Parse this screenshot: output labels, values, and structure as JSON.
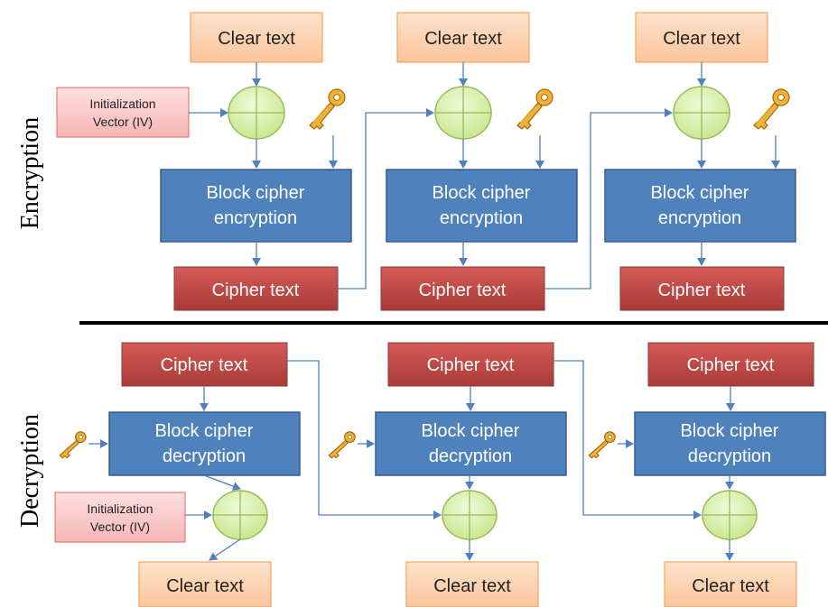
{
  "encryption": {
    "section_label": "Encryption",
    "iv_line1": "Initialization",
    "iv_line2": "Vector (IV)",
    "blocks": [
      {
        "plaintext": "Clear text",
        "cipher_line1": "Block cipher",
        "cipher_line2": "encryption",
        "ciphertext": "Cipher text"
      },
      {
        "plaintext": "Clear text",
        "cipher_line1": "Block cipher",
        "cipher_line2": "encryption",
        "ciphertext": "Cipher text"
      },
      {
        "plaintext": "Clear text",
        "cipher_line1": "Block cipher",
        "cipher_line2": "encryption",
        "ciphertext": "Cipher text"
      }
    ]
  },
  "decryption": {
    "section_label": "Decryption",
    "iv_line1": "Initialization",
    "iv_line2": "Vector (IV)",
    "blocks": [
      {
        "ciphertext": "Cipher text",
        "cipher_line1": "Block cipher",
        "cipher_line2": "decryption",
        "plaintext": "Clear text"
      },
      {
        "ciphertext": "Cipher text",
        "cipher_line1": "Block cipher",
        "cipher_line2": "decryption",
        "plaintext": "Clear text"
      },
      {
        "ciphertext": "Cipher text",
        "cipher_line1": "Block cipher",
        "cipher_line2": "decryption",
        "plaintext": "Clear text"
      }
    ]
  },
  "icons": {
    "key": "key-icon",
    "xor": "xor-icon"
  },
  "colors": {
    "plaintext_fill": "#fcd5b5",
    "plaintext_stroke": "#f79646",
    "iv_fill": "#f8c9c9",
    "iv_stroke": "#d9534f",
    "cipher_block_fill": "#4f81bd",
    "cipher_block_stroke": "#385d8a",
    "ciphertext_fill": "#c0504d",
    "ciphertext_stroke": "#8c3836",
    "xor_fill": "#d7f0a8",
    "xor_stroke": "#9bbb59",
    "arrow": "#4f81bd",
    "key": "#e8a317",
    "divider": "#000000"
  }
}
